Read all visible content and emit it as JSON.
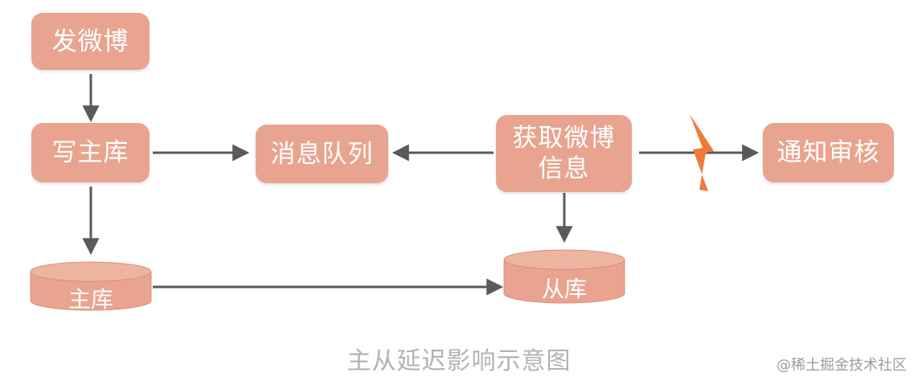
{
  "colors": {
    "node_fill": "#e8a48f",
    "node_text": "#ffffff",
    "arrow": "#5a5a5a",
    "bolt": "#f07a3a",
    "caption": "#b3b3b3"
  },
  "nodes": {
    "post_weibo": "发微博",
    "write_master": "写主库",
    "message_queue": "消息队列",
    "fetch_weibo_line1": "获取微博",
    "fetch_weibo_line2": "信息",
    "notify_review": "通知审核"
  },
  "databases": {
    "master": "主库",
    "slave": "从库"
  },
  "icons": {
    "failure": "lightning-bolt-icon"
  },
  "caption": "主从延迟影响示意图",
  "watermark": "@稀土掘金技术社区"
}
